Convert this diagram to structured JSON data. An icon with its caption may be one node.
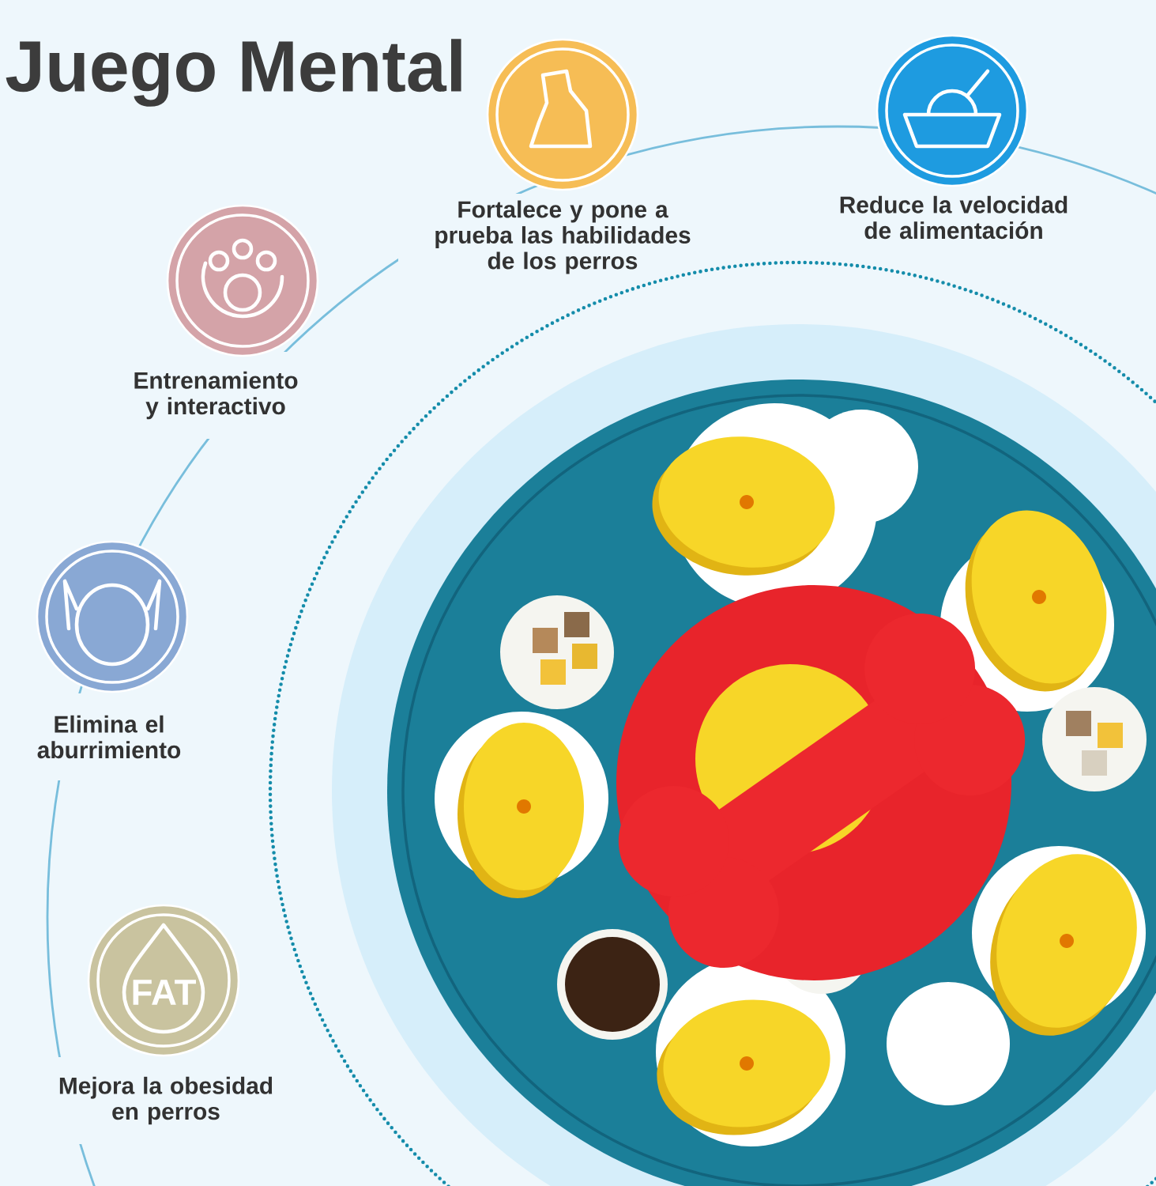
{
  "diagram": {
    "title": "Juego Mental",
    "nodes": [
      {
        "text": [
          "Fortalece y pone a prueba las habilidades de los perros"
        ]
      },
      {
        "text": [
          "Reduce la velocidad de alimentación"
        ]
      },
      {
        "text": [
          "Entrenamiento y interactivo"
        ]
      },
      {
        "text": [
          "Elimina el aburrimiento"
        ]
      },
      {
        "text": [
          "FAT",
          "Mejora la obesidad en perros"
        ]
      }
    ]
  }
}
